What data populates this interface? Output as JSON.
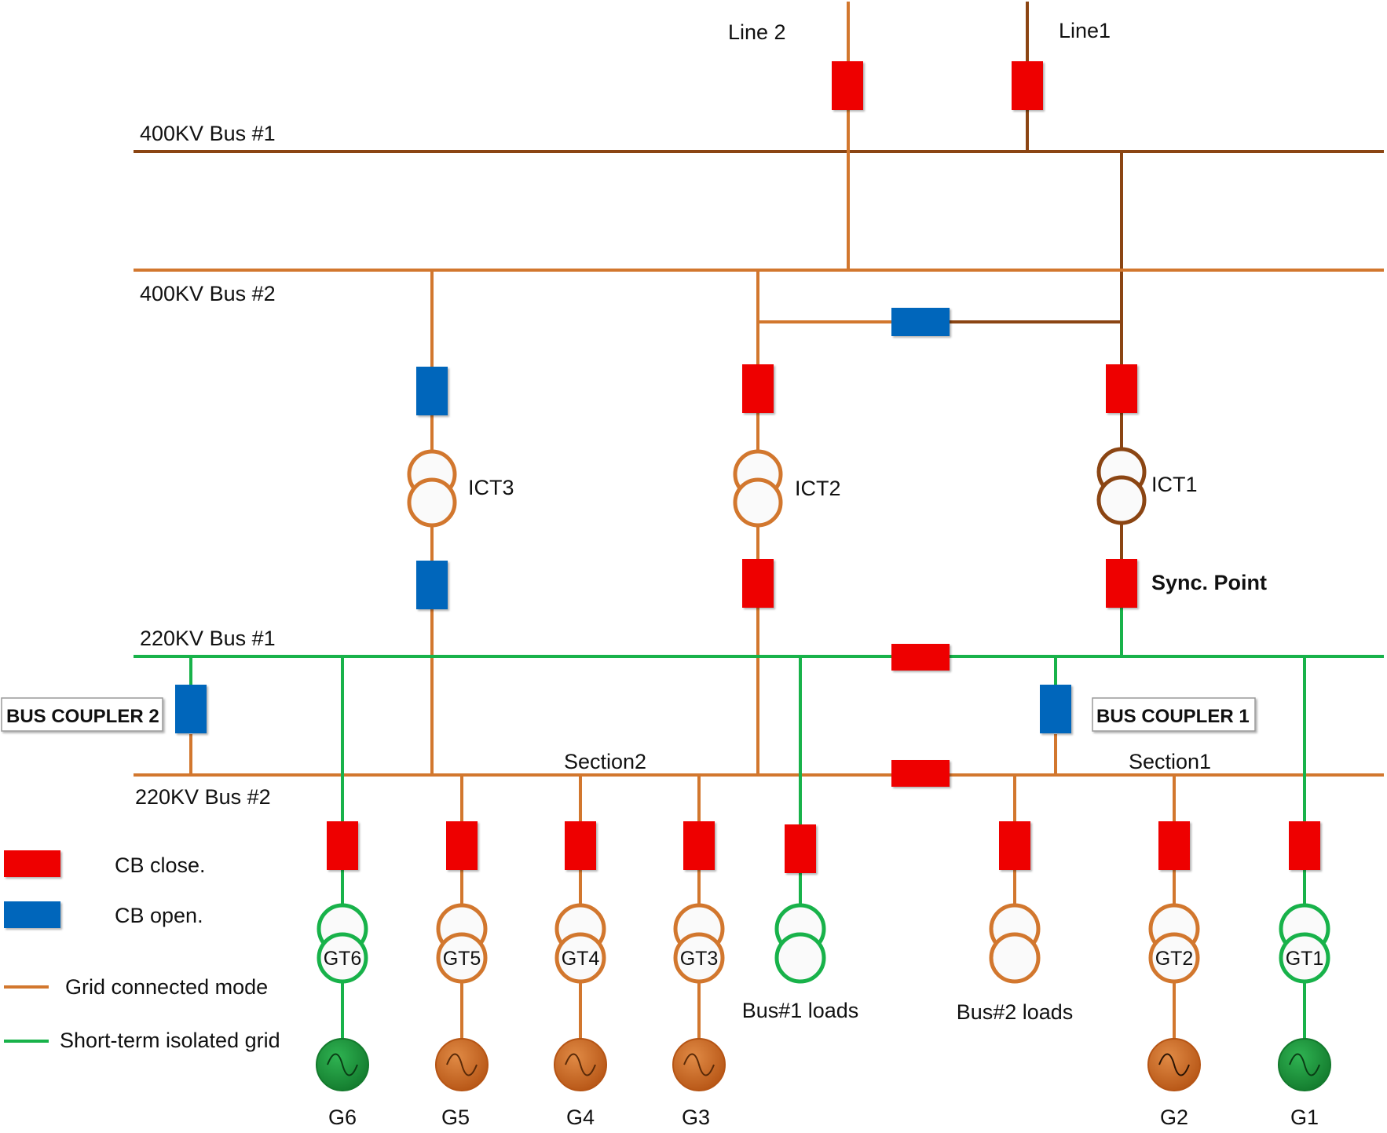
{
  "colors": {
    "brown": "#8B4513",
    "orange": "#D2772E",
    "green": "#18B24A",
    "red": "#EE0000",
    "blue": "#0066BB",
    "gen_orange": "#C8641C",
    "gen_green": "#1E9B3C"
  },
  "labels": {
    "line2": "Line 2",
    "line1": "Line1",
    "bus400_1": "400KV Bus #1",
    "bus400_2": "400KV Bus #2",
    "bus220_1": "220KV Bus #1",
    "bus220_2": "220KV Bus #2",
    "ict3": "ICT3",
    "ict2": "ICT2",
    "ict1": "ICT1",
    "sync_point": "Sync. Point",
    "bus_coupler_2": "BUS COUPLER 2",
    "bus_coupler_1": "BUS COUPLER 1",
    "section2": "Section2",
    "section1": "Section1",
    "bus1_loads": "Bus#1 loads",
    "bus2_loads": "Bus#2 loads"
  },
  "generators": {
    "gt6": "GT6",
    "gt5": "GT5",
    "gt4": "GT4",
    "gt3": "GT3",
    "gt2": "GT2",
    "gt1": "GT1",
    "g6": "G6",
    "g5": "G5",
    "g4": "G4",
    "g3": "G3",
    "g2": "G2",
    "g1": "G1"
  },
  "legend": {
    "cb_close": "CB close.",
    "cb_open": "CB open.",
    "grid_connected": "Grid connected mode",
    "isolated_grid": "Short-term isolated grid"
  }
}
